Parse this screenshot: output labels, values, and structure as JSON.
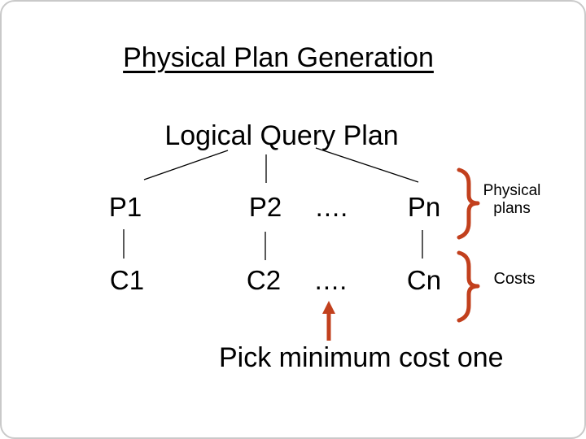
{
  "slide": {
    "title": "Physical Plan Generation",
    "diagram": {
      "root": "Logical Query Plan",
      "plan_row": [
        "P1",
        "P2",
        "....",
        "Pn"
      ],
      "cost_row": [
        "C1",
        "C2",
        "....",
        "Cn"
      ],
      "side_labels": {
        "plans_line1": "Physical",
        "plans_line2": "plans",
        "costs": "Costs"
      },
      "caption": "Pick minimum cost one"
    }
  },
  "colors": {
    "accent": "#C2401D",
    "line": "#000000"
  }
}
